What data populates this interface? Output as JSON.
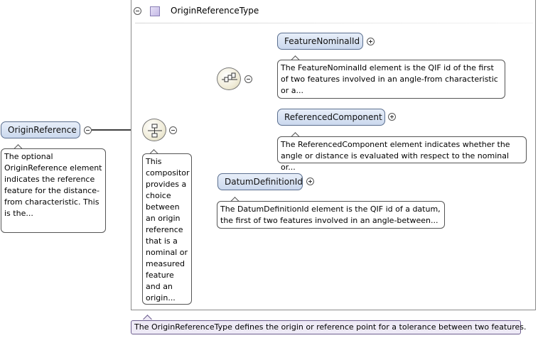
{
  "type": {
    "name": "OriginReferenceType",
    "annotation": "The OriginReferenceType defines the origin or reference point for a tolerance between two features."
  },
  "root": {
    "name": "OriginReference",
    "annotation": "The optional OriginReference element indicates the reference feature for the distance-from characteristic. This is the..."
  },
  "choice": {
    "annotation": "This compositor  provides a choice between an origin reference that is a nominal or measured feature and an origin..."
  },
  "children": [
    {
      "name": "FeatureNominalId",
      "annotation": "The FeatureNominalId element is the QIF id of the first of two features involved in an angle-from characteristic or a..."
    },
    {
      "name": "ReferencedComponent",
      "annotation": "The ReferencedComponent element indicates whether the angle or distance is evaluated with respect to the nominal or..."
    },
    {
      "name": "DatumDefinitionId",
      "annotation": "The DatumDefinitionId element is the QIF id of a datum, the first of two features involved in an angle-between..."
    }
  ],
  "icons": {
    "collapse": "minus-circle-icon",
    "expand": "plus-circle-icon",
    "type": "complex-type-icon",
    "choice": "choice-compositor-icon",
    "sequence": "sequence-compositor-icon"
  },
  "colors": {
    "element_fill": "#cbd9ee",
    "element_border": "#5b6f8f",
    "type_note_fill": "#eeeaf6",
    "connector": "#404040"
  }
}
